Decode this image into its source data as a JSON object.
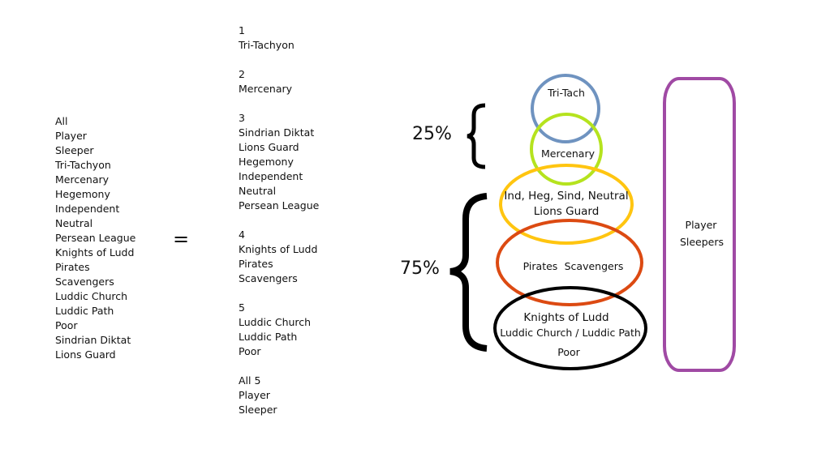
{
  "left_list": [
    "All",
    "Player",
    "Sleeper",
    "Tri-Tachyon",
    "Mercenary",
    "Hegemony",
    "Independent",
    "Neutral",
    "Persean League",
    "Knights of Ludd",
    "Pirates",
    "Scavengers",
    "Luddic Church",
    "Luddic Path",
    "Poor",
    "Sindrian Diktat",
    "Lions Guard"
  ],
  "equals": "=",
  "groups": [
    {
      "title": "1",
      "items": [
        "Tri-Tachyon"
      ]
    },
    {
      "title": "2",
      "items": [
        "Mercenary"
      ]
    },
    {
      "title": "3",
      "items": [
        "Sindrian Diktat",
        "Lions Guard",
        "Hegemony",
        "Independent",
        "Neutral",
        "Persean League"
      ]
    },
    {
      "title": "4",
      "items": [
        "Knights of Ludd",
        "Pirates",
        "Scavengers"
      ]
    },
    {
      "title": "5",
      "items": [
        "Luddic Church",
        "Luddic Path",
        "Poor"
      ]
    },
    {
      "title": "All 5",
      "items": [
        "Player",
        "Sleeper"
      ]
    }
  ],
  "percent_top": "25%",
  "percent_bottom": "75%",
  "shapes": {
    "tritach": {
      "lines": [
        "Tri-Tach"
      ],
      "color": "#6f93c0"
    },
    "mercenary": {
      "lines": [
        "Mercenary"
      ],
      "color": "#b5e31e"
    },
    "tier3": {
      "lines": [
        "Ind, Heg, Sind, Neutral",
        "Lions Guard"
      ],
      "color": "#ffc510"
    },
    "tier4": {
      "lines": [
        "Pirates",
        "Scavengers"
      ],
      "color": "#dc4a12"
    },
    "tier5": {
      "lines": [
        "Knights of Ludd",
        "Luddic Church / Luddic Path",
        "Poor"
      ],
      "color": "#000000"
    },
    "all": {
      "lines": [
        "Player",
        "Sleepers"
      ],
      "color": "#a04aa4"
    }
  }
}
